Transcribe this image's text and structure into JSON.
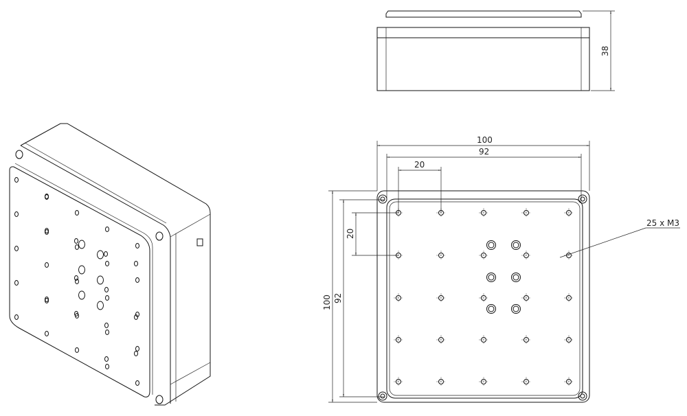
{
  "drawing": {
    "dimensions": {
      "top_overall_width": "100",
      "top_inner_width": "92",
      "top_hole_pitch": "20",
      "left_overall_height": "100",
      "left_inner_height": "92",
      "left_hole_pitch": "20",
      "side_height": "38"
    },
    "callout": "25 x M3",
    "hole_count": 25
  }
}
